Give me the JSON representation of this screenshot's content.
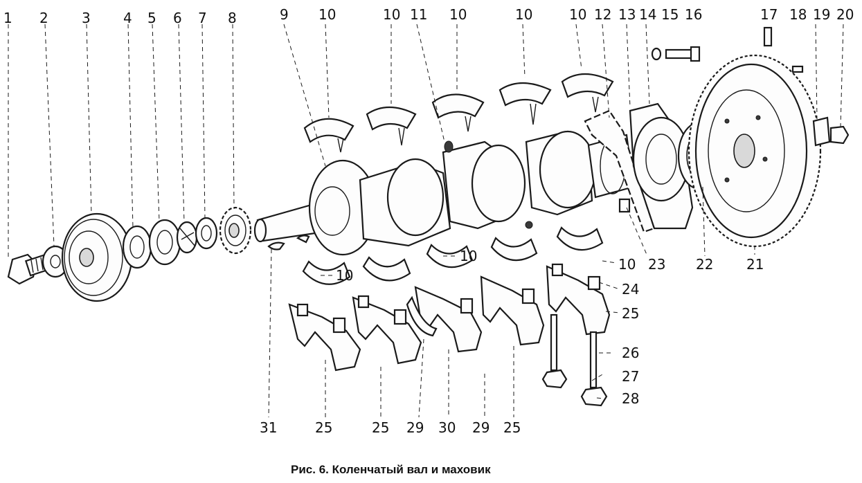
{
  "figure": {
    "caption": "Рис. 6. Коленчатый вал и маховик",
    "callouts_top": [
      "1",
      "2",
      "3",
      "4",
      "5",
      "6",
      "7",
      "8",
      "9",
      "10",
      "10",
      "11",
      "10",
      "10",
      "10",
      "12",
      "13",
      "14",
      "15",
      "16",
      "17",
      "18",
      "19",
      "20"
    ],
    "callouts_right": [
      "10",
      "23",
      "22",
      "21",
      "24",
      "25",
      "26",
      "27",
      "28"
    ],
    "callouts_middle": [
      "10",
      "10",
      "10"
    ],
    "callouts_bottom": [
      "31",
      "25",
      "25",
      "29",
      "30",
      "29",
      "25"
    ]
  }
}
